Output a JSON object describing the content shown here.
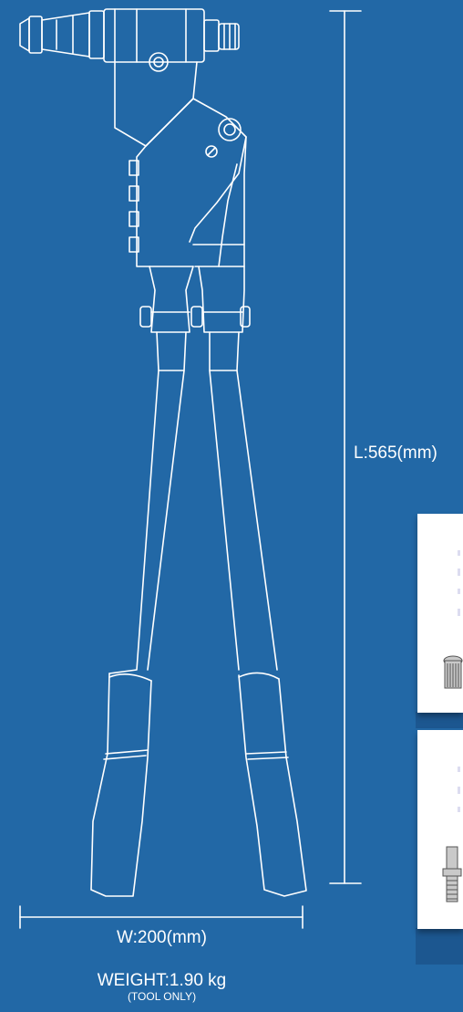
{
  "dimensions": {
    "length_label": "L:565(mm)",
    "width_label": "W:200(mm)",
    "weight_label": "WEIGHT:1.90 kg",
    "weight_note": "(TOOL ONLY)"
  },
  "icons": {
    "tool": "rivet-nut-tool-icon",
    "insert_1": "knurled-rivet-nut-icon",
    "insert_2": "threaded-stud-icon"
  },
  "colors": {
    "background": "#2268a6",
    "line": "#ffffff"
  }
}
